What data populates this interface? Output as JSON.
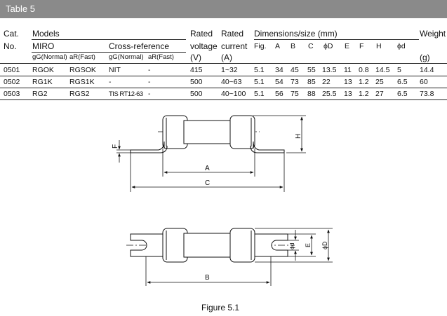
{
  "table": {
    "title": "Table 5",
    "headers": {
      "cat": "Cat.",
      "no": "No.",
      "models": "Models",
      "miro": "MIRO",
      "cross_reference": "Cross-reference",
      "gg_normal": "gG(Normal)",
      "ar_fast": "aR(Fast)",
      "rated": "Rated",
      "voltage": "voltage",
      "voltage_unit": "(V)",
      "current": "current",
      "current_unit": "(A)",
      "dimensions": "Dimensions/size (mm)",
      "fig": "Fig.",
      "dim_a": "A",
      "dim_b": "B",
      "dim_c": "C",
      "dim_phiD": "ϕD",
      "dim_e": "E",
      "dim_f": "F",
      "dim_h": "H",
      "dim_phid": "ϕd",
      "weight": "Weight",
      "weight_unit": "(g)"
    },
    "rows": [
      {
        "cat": "0501",
        "miro_gg": "RGOK",
        "miro_ar": "RGSOK",
        "cross_gg": "NIT",
        "cross_ar": "-",
        "voltage": "415",
        "current": "1~32",
        "fig": "5.1",
        "a": "34",
        "b": "45",
        "c": "55",
        "phiD": "13.5",
        "e": "11",
        "f": "0.8",
        "h": "14.5",
        "phid": "5",
        "weight": "14.4"
      },
      {
        "cat": "0502",
        "miro_gg": "RG1K",
        "miro_ar": "RGS1K",
        "cross_gg": "-",
        "cross_ar": "-",
        "voltage": "500",
        "current": "40~63",
        "fig": "5.1",
        "a": "54",
        "b": "73",
        "c": "85",
        "phiD": "22",
        "e": "13",
        "f": "1.2",
        "h": "25",
        "phid": "6.5",
        "weight": "60"
      },
      {
        "cat": "0503",
        "miro_gg": "RG2",
        "miro_ar": "RGS2",
        "cross_gg": "TIS RT12-63",
        "cross_ar": "-",
        "voltage": "500",
        "current": "40~100",
        "fig": "5.1",
        "a": "56",
        "b": "75",
        "c": "88",
        "phiD": "25.5",
        "e": "13",
        "f": "1.2",
        "h": "27",
        "phid": "6.5",
        "weight": "73.8"
      }
    ]
  },
  "figure": {
    "caption": "Figure 5.1",
    "labels": {
      "a": "A",
      "c": "C",
      "b": "B",
      "f": "F",
      "h": "H",
      "e": "E",
      "phid": "ϕd",
      "phiD": "ϕD"
    }
  }
}
